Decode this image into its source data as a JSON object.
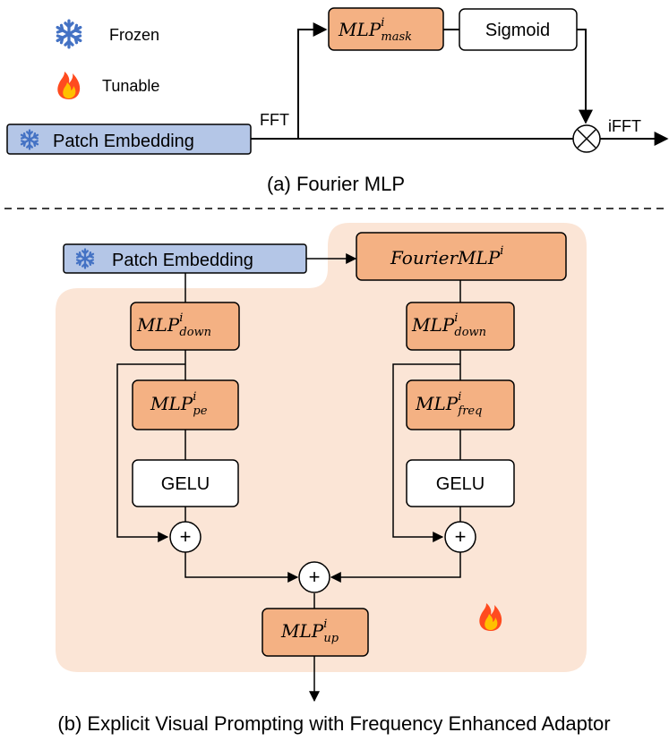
{
  "legend": {
    "frozen": "Frozen",
    "tunable": "Tunable"
  },
  "part_a": {
    "patch_embedding": "Patch Embedding",
    "fft": "FFT",
    "ifft": "iFFT",
    "mlp_mask": {
      "base": "MLP",
      "sup": "i",
      "sub": "mask"
    },
    "sigmoid": "Sigmoid",
    "caption": "(a) Fourier MLP"
  },
  "part_b": {
    "patch_embedding": "Patch Embedding",
    "fourier_mlp": {
      "base": "FourierMLP",
      "sup": "i"
    },
    "left_down": {
      "base": "MLP",
      "sup": "i",
      "sub": "down"
    },
    "left_pe": {
      "base": "MLP",
      "sup": "i",
      "sub": "pe"
    },
    "left_gelu": "GELU",
    "right_down": {
      "base": "MLP",
      "sup": "i",
      "sub": "down"
    },
    "right_freq": {
      "base": "MLP",
      "sup": "i",
      "sub": "freq"
    },
    "right_gelu": "GELU",
    "mlp_up": {
      "base": "MLP",
      "sup": "i",
      "sub": "up"
    },
    "plus": "+",
    "caption": "(b) Explicit Visual Prompting with Frequency Enhanced Adaptor"
  },
  "colors": {
    "frozen_fill": "#b4c6e7",
    "tunable_fill": "#f4b183",
    "tunable_region": "#fbe5d6",
    "snowflake": "#4472c4",
    "flame_outer": "#ff4b1f",
    "flame_inner": "#ffc000"
  }
}
